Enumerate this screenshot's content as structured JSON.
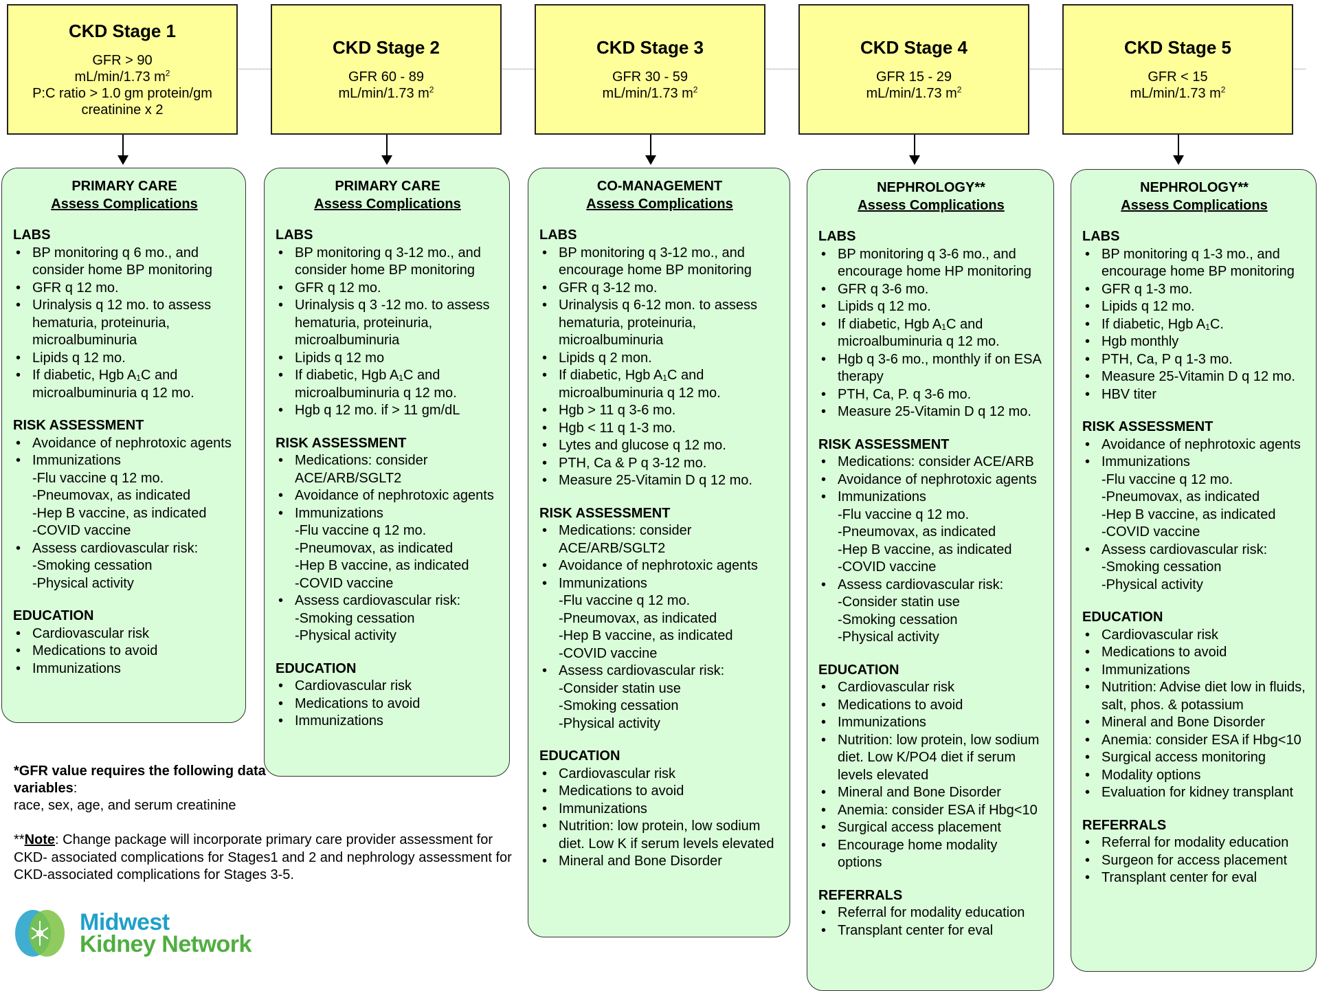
{
  "stages": [
    {
      "title": "CKD Stage 1",
      "lines": [
        "GFR > 90",
        "mL/min/1.73 m",
        "P:C ratio > 1.0 gm protein/gm",
        "creatinine x 2"
      ],
      "sup": "2"
    },
    {
      "title": "CKD Stage 2",
      "lines": [
        "GFR 60 - 89",
        "mL/min/1.73 m"
      ],
      "sup": "2"
    },
    {
      "title": "CKD Stage 3",
      "lines": [
        "GFR 30 - 59",
        "mL/min/1.73 m"
      ],
      "sup": "2"
    },
    {
      "title": "CKD Stage 4",
      "lines": [
        "GFR 15 - 29",
        "mL/min/1.73 m"
      ],
      "sup": "2"
    },
    {
      "title": "CKD Stage 5",
      "lines": [
        "GFR < 15",
        "mL/min/1.73 m"
      ],
      "sup": "2"
    }
  ],
  "panels": [
    {
      "title": "PRIMARY CARE",
      "subtitle": "Assess Complications",
      "sections": [
        {
          "heading": "LABS",
          "items": [
            {
              "text": "BP monitoring q 6 mo., and consider home BP monitoring"
            },
            {
              "text": "GFR  q 12 mo."
            },
            {
              "text": "Urinalysis q 12 mo. to assess hematuria, proteinuria, microalbuminuria"
            },
            {
              "text": "Lipids q 12 mo."
            },
            {
              "text": "If diabetic, Hgb A₁C and microalbuminuria q 12 mo."
            }
          ]
        },
        {
          "heading": "RISK ASSESSMENT",
          "items": [
            {
              "text": "Avoidance of nephrotoxic agents"
            },
            {
              "text": "Immunizations",
              "sub": [
                "-Flu vaccine q 12 mo.",
                "-Pneumovax, as indicated",
                "-Hep B vaccine, as indicated",
                "-COVID vaccine"
              ]
            },
            {
              "text": "Assess cardiovascular risk:",
              "sub": [
                "-Smoking cessation",
                "-Physical activity"
              ]
            }
          ]
        },
        {
          "heading": "EDUCATION",
          "items": [
            {
              "text": "Cardiovascular risk"
            },
            {
              "text": "Medications to avoid"
            },
            {
              "text": "Immunizations"
            }
          ]
        }
      ]
    },
    {
      "title": "PRIMARY CARE",
      "subtitle": "Assess Complications",
      "sections": [
        {
          "heading": "LABS",
          "items": [
            {
              "text": "BP monitoring q 3-12 mo., and consider home BP monitoring"
            },
            {
              "text": "GFR q 12 mo."
            },
            {
              "text": "Urinalysis q 3 -12 mo. to assess hematuria, proteinuria, microalbuminuria"
            },
            {
              "text": "Lipids q 12 mo"
            },
            {
              "text": "If diabetic, Hgb A₁C and microalbuminuria q 12 mo."
            },
            {
              "text": "Hgb q 12 mo. if > 11 gm/dL"
            }
          ]
        },
        {
          "heading": "RISK ASSESSMENT",
          "items": [
            {
              "text": "Medications: consider ACE/ARB/SGLT2"
            },
            {
              "text": "Avoidance of nephrotoxic agents"
            },
            {
              "text": "Immunizations",
              "sub": [
                "-Flu vaccine q 12 mo.",
                "-Pneumovax, as indicated",
                "-Hep B vaccine, as indicated",
                "-COVID vaccine"
              ]
            },
            {
              "text": "Assess cardiovascular risk:",
              "sub": [
                "-Smoking cessation",
                "-Physical activity"
              ]
            }
          ]
        },
        {
          "heading": "EDUCATION",
          "items": [
            {
              "text": "Cardiovascular risk"
            },
            {
              "text": "Medications to avoid"
            },
            {
              "text": "Immunizations"
            }
          ]
        }
      ]
    },
    {
      "title": "CO-MANAGEMENT",
      "subtitle": "Assess Complications",
      "sections": [
        {
          "heading": "LABS",
          "items": [
            {
              "text": "BP monitoring q 3-12 mo., and encourage home BP monitoring"
            },
            {
              "text": "GFR q 3-12 mo."
            },
            {
              "text": "Urinalysis q 6-12 mon. to assess hematuria, proteinuria, microalbuminuria"
            },
            {
              "text": "Lipids q 2 mon."
            },
            {
              "text": "If diabetic, Hgb A₁C and microalbuminuria q 12 mo."
            },
            {
              "text": "Hgb > 11 q 3-6 mo."
            },
            {
              "text": "Hgb < 11 q 1-3 mo."
            },
            {
              "text": "Lytes and glucose q 12 mo."
            },
            {
              "text": "PTH, Ca & P q 3-12 mo."
            },
            {
              "text": "Measure 25-Vitamin D q 12 mo."
            }
          ]
        },
        {
          "heading": "RISK ASSESSMENT",
          "items": [
            {
              "text": "Medications: consider ACE/ARB/SGLT2"
            },
            {
              "text": "Avoidance of nephrotoxic agents"
            },
            {
              "text": "Immunizations",
              "sub": [
                "-Flu vaccine q 12 mo.",
                "-Pneumovax, as indicated",
                "-Hep B vaccine, as indicated",
                "-COVID vaccine"
              ]
            },
            {
              "text": "Assess cardiovascular risk:",
              "sub": [
                "-Consider statin use",
                "-Smoking cessation",
                "-Physical activity"
              ]
            }
          ]
        },
        {
          "heading": "EDUCATION",
          "items": [
            {
              "text": "Cardiovascular risk"
            },
            {
              "text": "Medications to avoid"
            },
            {
              "text": "Immunizations"
            },
            {
              "text": "Nutrition: low protein, low sodium diet. Low K if serum levels elevated"
            },
            {
              "text": "Mineral and Bone Disorder"
            }
          ]
        }
      ]
    },
    {
      "title": "NEPHROLOGY**",
      "subtitle": "Assess Complications",
      "sections": [
        {
          "heading": "LABS",
          "items": [
            {
              "text": "BP monitoring q 3-6 mo., and encourage home HP monitoring"
            },
            {
              "text": "GFR  q 3-6 mo."
            },
            {
              "text": "Lipids q 12 mo."
            },
            {
              "text": "If diabetic, Hgb A₁C and microalbuminuria q 12 mo."
            },
            {
              "text": "Hgb q 3-6 mo., monthly if on ESA therapy"
            },
            {
              "text": "PTH, Ca, P. q 3-6 mo."
            },
            {
              "text": "Measure 25-Vitamin D q 12 mo."
            }
          ]
        },
        {
          "heading": "RISK ASSESSMENT",
          "items": [
            {
              "text": "Medications: consider ACE/ARB"
            },
            {
              "text": "Avoidance of nephrotoxic agents"
            },
            {
              "text": "Immunizations",
              "sub": [
                "-Flu vaccine q 12 mo.",
                "-Pneumovax, as indicated",
                "-Hep B vaccine, as indicated",
                "-COVID vaccine"
              ]
            },
            {
              "text": "Assess cardiovascular risk:",
              "sub": [
                "-Consider statin use",
                "-Smoking cessation",
                "-Physical activity"
              ]
            }
          ]
        },
        {
          "heading": "EDUCATION",
          "items": [
            {
              "text": "Cardiovascular risk"
            },
            {
              "text": "Medications to avoid"
            },
            {
              "text": "Immunizations"
            },
            {
              "text": "Nutrition: low protein, low sodium diet. Low K/PO4 diet if serum levels elevated"
            },
            {
              "text": "Mineral and Bone Disorder"
            },
            {
              "text": "Anemia: consider ESA if Hbg<10"
            },
            {
              "text": "Surgical access placement"
            },
            {
              "text": "Encourage home modality options"
            }
          ]
        },
        {
          "heading": "REFERRALS",
          "items": [
            {
              "text": "Referral for modality education"
            },
            {
              "text": "Transplant center for eval"
            }
          ]
        }
      ]
    },
    {
      "title": "NEPHROLOGY**",
      "subtitle": "Assess Complications",
      "sections": [
        {
          "heading": "LABS",
          "items": [
            {
              "text": "BP monitoring q 1-3 mo., and encourage home BP monitoring"
            },
            {
              "text": "GFR q 1-3 mo."
            },
            {
              "text": "Lipids q 12 mo."
            },
            {
              "text": "If diabetic, Hgb A₁C."
            },
            {
              "text": "Hgb monthly"
            },
            {
              "text": "PTH, Ca, P q 1-3 mo."
            },
            {
              "text": "Measure 25-Vitamin D q 12 mo."
            },
            {
              "text": "HBV titer"
            }
          ]
        },
        {
          "heading": "RISK ASSESSMENT",
          "items": [
            {
              "text": "Avoidance of nephrotoxic agents"
            },
            {
              "text": "Immunizations",
              "sub": [
                "-Flu vaccine q 12 mo.",
                "-Pneumovax, as indicated",
                "-Hep B vaccine, as indicated",
                "-COVID vaccine"
              ]
            },
            {
              "text": "Assess cardiovascular risk:",
              "sub": [
                "-Smoking cessation",
                "-Physical activity"
              ]
            }
          ]
        },
        {
          "heading": "EDUCATION",
          "items": [
            {
              "text": "Cardiovascular risk"
            },
            {
              "text": "Medications to avoid"
            },
            {
              "text": "Immunizations"
            },
            {
              "text": "Nutrition:  Advise diet low in fluids, salt, phos. & potassium"
            },
            {
              "text": "Mineral and Bone Disorder"
            },
            {
              "text": "Anemia: consider ESA if Hbg<10"
            },
            {
              "text": "Surgical access monitoring"
            },
            {
              "text": "Modality options"
            },
            {
              "text": "Evaluation for kidney transplant"
            }
          ]
        },
        {
          "heading": "REFERRALS",
          "items": [
            {
              "text": "Referral for modality education"
            },
            {
              "text": "Surgeon for access placement"
            },
            {
              "text": "Transplant center for eval"
            }
          ]
        }
      ]
    }
  ],
  "footnote": {
    "gfr_bold": "*GFR value requires the following data variables",
    "gfr_colon": ":",
    "gfr_rest": "race, sex, age, and serum creatinine",
    "note_prefix": "**",
    "note_label": "Note",
    "note_text": ":  Change package will incorporate primary care provider assessment for CKD- associated complications for Stages1 and 2 and nephrology assessment for CKD-associated complications for Stages 3-5."
  },
  "logo": {
    "line1": "Midwest",
    "line2": "Kidney Network"
  },
  "colors": {
    "stage_fill": "#ffff99",
    "panel_fill": "#d9fcd9",
    "logo_blue": "#1fa0c8",
    "logo_green": "#4fae3f"
  }
}
